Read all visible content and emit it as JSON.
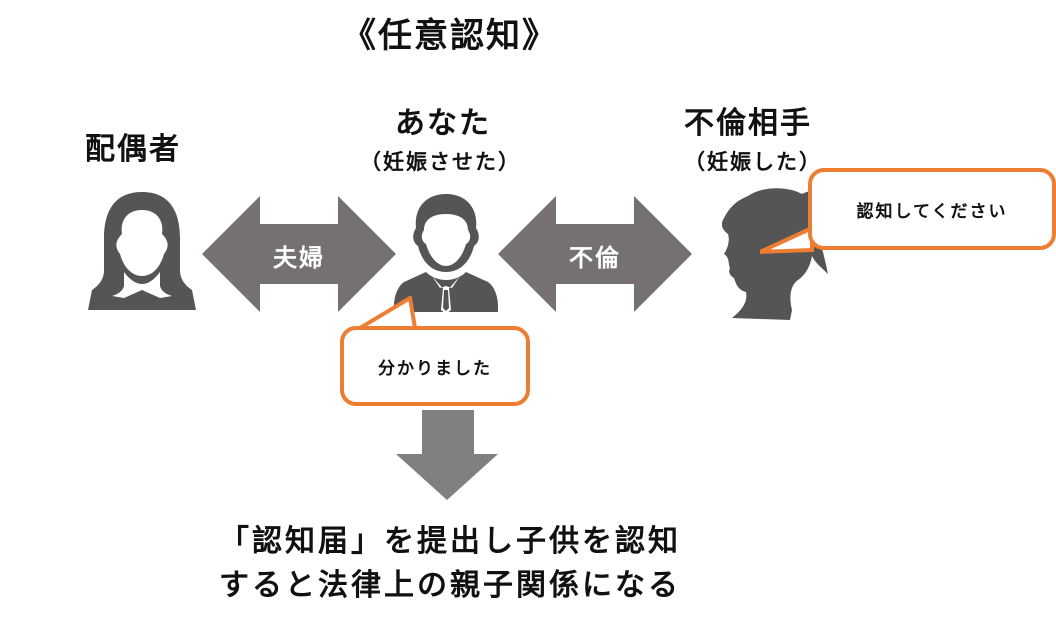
{
  "title": "《任意認知》",
  "people": {
    "spouse": {
      "label": "配偶者",
      "icon": "woman-user-icon"
    },
    "you": {
      "label": "あなた",
      "sublabel": "（妊娠させた）",
      "icon": "businessman-user-icon"
    },
    "partner": {
      "label": "不倫相手",
      "sublabel": "（妊娠した）",
      "icon": "ponytail-woman-silhouette-icon"
    }
  },
  "relations": [
    {
      "label": "夫婦",
      "icon": "double-arrow-icon"
    },
    {
      "label": "不倫",
      "icon": "double-arrow-icon"
    }
  ],
  "bubbles": {
    "partner_says": "認知してください",
    "you_say": "分かりました"
  },
  "conclusion": {
    "line1": "「認知届」を提出し子供を認知",
    "line2": "すると法律上の親子関係になる"
  },
  "colors": {
    "arrow": "#757171",
    "icon": "#555555",
    "bubble_border": "#ec7d31",
    "down_arrow": "#808080"
  }
}
